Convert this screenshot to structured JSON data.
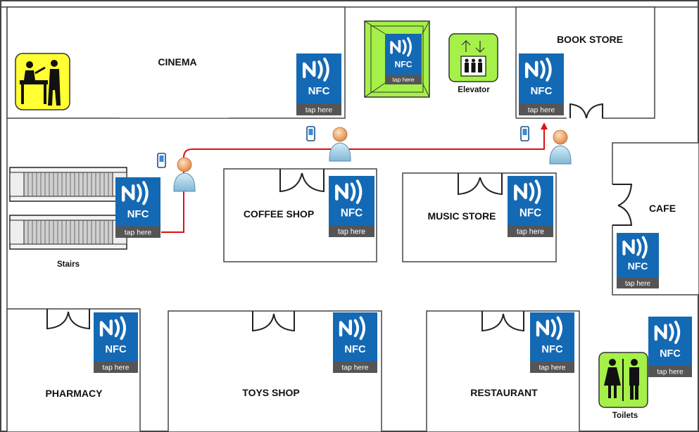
{
  "rooms": {
    "cinema": "CINEMA",
    "bookstore": "BOOK STORE",
    "coffee": "COFFEE SHOP",
    "music": "MUSIC STORE",
    "cafe": "CAFE",
    "pharmacy": "PHARMACY",
    "toys": "TOYS SHOP",
    "restaurant": "RESTAURANT"
  },
  "facilities": {
    "stairs": "Stairs",
    "elevator": "Elevator",
    "toilets": "Toilets"
  },
  "nfc": {
    "word": "NFC",
    "tap": "tap here"
  },
  "colors": {
    "nfc_blue": "#1469b4",
    "nfc_bar": "#555555",
    "elevator_green": "#a6f04a",
    "info_yellow": "#ffff33",
    "route_red": "#e01010",
    "wall": "#444444"
  },
  "icons": [
    "info-desk-icon",
    "elevator-icon",
    "toilets-icon",
    "escalator-icon",
    "person-icon",
    "phone-icon",
    "nfc-tag-icon",
    "door-icon"
  ]
}
